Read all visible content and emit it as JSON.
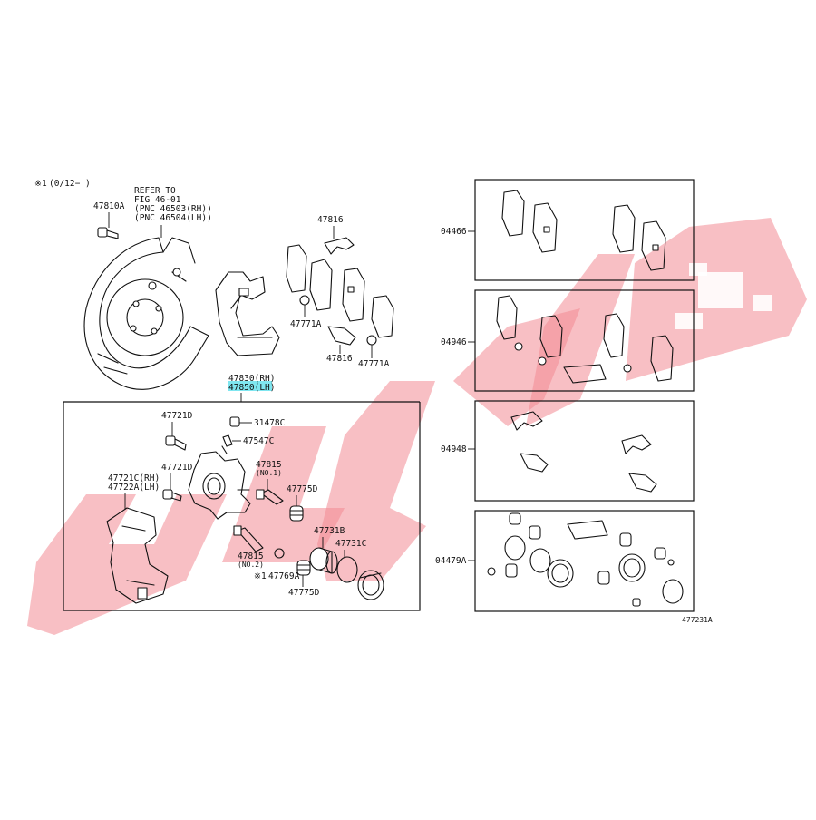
{
  "header": {
    "note_mark": "※1",
    "note_range": "(0/12−      )",
    "refer_line1": "REFER TO",
    "refer_line2": "FIG 46-01",
    "refer_line3": "(PNC 46503(RH))",
    "refer_line4": "(PNC 46504(LH))"
  },
  "labels": {
    "p47810A": "47810A",
    "p47816_top": "47816",
    "p47771A_left": "47771A",
    "p47816_bottom": "47816",
    "p47771A_right": "47771A",
    "p47830": "47830(RH)",
    "p47850": "47850(LH)",
    "p47721D_top": "47721D",
    "p31478C": "31478C",
    "p47547C": "47547C",
    "p47721D_mid": "47721D",
    "p47815_no1": "47815",
    "p47815_no1_sub": "(NO.1)",
    "p47721C": "47721C(RH)",
    "p47722A": "47722A(LH)",
    "p47775D_top": "47775D",
    "p47731B": "47731B",
    "p47731C": "47731C",
    "p47815_no2": "47815",
    "p47815_no2_sub": "(NO.2)",
    "p47769A_mark": "※1",
    "p47769A": "47769A",
    "p47775D_bottom": "47775D"
  },
  "kits": [
    {
      "code": "04466"
    },
    {
      "code": "04946"
    },
    {
      "code": "04948"
    },
    {
      "code": "04479A"
    }
  ],
  "footer": {
    "figure_id": "477231A"
  },
  "colors": {
    "highlight": "#7fe6f0",
    "watermark": "#f28b93",
    "ink": "#111111"
  }
}
